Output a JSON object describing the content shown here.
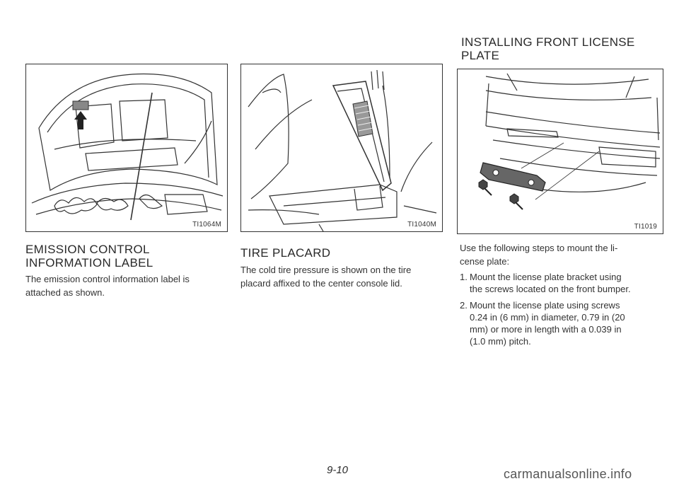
{
  "figures": [
    {
      "code": "TI1064M",
      "icon": "open-hood-label-illustration"
    },
    {
      "code": "TI1040M",
      "icon": "console-lid-placard-illustration"
    },
    {
      "code": "TI1019",
      "icon": "front-bumper-license-bracket-illustration"
    }
  ],
  "emission": {
    "heading_line1": "EMISSION CONTROL",
    "heading_line2": "INFORMATION LABEL",
    "body_line1": "The emission control information label is",
    "body_line2": "attached as shown."
  },
  "tire": {
    "heading": "TIRE PLACARD",
    "body_line1": "The cold tire pressure is shown on the tire",
    "body_line2": "placard affixed to the center console lid."
  },
  "license": {
    "heading_line1": "INSTALLING FRONT LICENSE",
    "heading_line2": "PLATE",
    "intro_line1": "Use the following steps to mount the li-",
    "intro_line2": "cense plate:",
    "steps": [
      {
        "num": "1.",
        "line1": "Mount the license plate bracket using",
        "line2": "the screws located on the front bumper."
      },
      {
        "num": "2.",
        "line1": "Mount the license plate using screws",
        "line2": "0.24 in (6 mm) in diameter, 0.79 in (20",
        "line3": "mm) or more in length with a 0.039 in",
        "line4": "(1.0 mm) pitch."
      }
    ]
  },
  "footer": {
    "page_number": "9-10",
    "watermark": "carmanualsonline.info"
  }
}
